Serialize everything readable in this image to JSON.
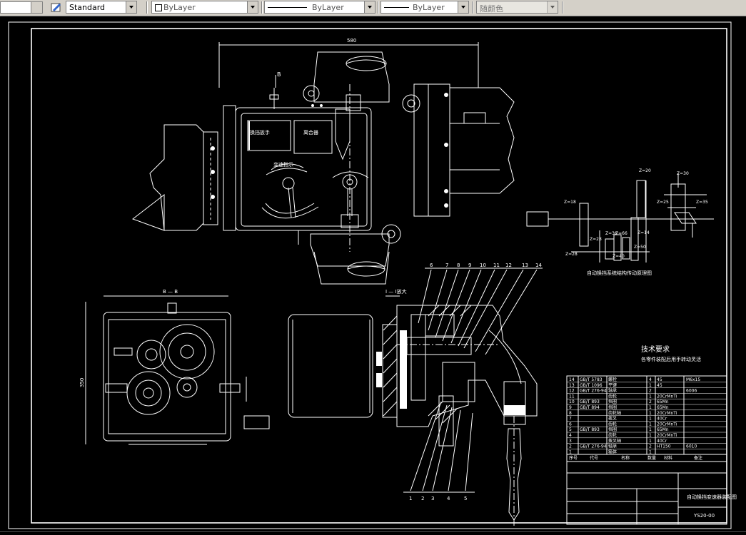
{
  "toolbar": {
    "text_style": "Standard",
    "layer_label": "ByLayer",
    "linetype_label": "ByLayer",
    "lineweight_label": "ByLayer",
    "color_label": "随颜色"
  },
  "drawing": {
    "dim_top": "580",
    "section_mark": "B",
    "label_box_1": "换挡扳手",
    "label_box_2": "离合器",
    "dial_label": "变速指示",
    "view_bb": "B — B",
    "view_ii": "I — I放大",
    "dim_side": "350",
    "schematic_title": "自动换挡系统结构传动原理图",
    "tech_req_title": "技术要求",
    "tech_req_line": "各零件装配后用手转动灵活",
    "drawing_title": "自动换挡变速器装配图",
    "drawing_no": "YS20-00",
    "gear_labels": [
      "Z=30",
      "Z=35",
      "Z=18",
      "Z=20",
      "Z=28",
      "Z=28",
      "Z=36",
      "Z=66",
      "Z=14",
      "Z=50",
      "Z=40",
      "Z=25"
    ],
    "callouts_top": [
      "6",
      "7",
      "8",
      "9",
      "10",
      "11",
      "12",
      "13",
      "14"
    ],
    "callouts_bottom": [
      "1",
      "2",
      "3",
      "4",
      "5",
      "1"
    ],
    "bom_rows": [
      {
        "no": "14",
        "code": "GB/T 5783",
        "name": "螺栓",
        "qty": "4",
        "mat": "45",
        "note": "M6x15"
      },
      {
        "no": "13",
        "code": "GB/T 1096",
        "name": "平键",
        "qty": "1",
        "mat": "45",
        "note": ""
      },
      {
        "no": "12",
        "code": "GB/T 276-94",
        "name": "轴承",
        "qty": "2",
        "mat": "",
        "note": "6006"
      },
      {
        "no": "11",
        "code": "",
        "name": "齿轮",
        "qty": "1",
        "mat": "20CrMnTi",
        "note": ""
      },
      {
        "no": "10",
        "code": "GB/T 893",
        "name": "挡圈",
        "qty": "2",
        "mat": "65Mn",
        "note": ""
      },
      {
        "no": "9",
        "code": "GB/T 894",
        "name": "挡圈",
        "qty": "1",
        "mat": "65Mn",
        "note": ""
      },
      {
        "no": "8",
        "code": "",
        "name": "齿轮轴",
        "qty": "1",
        "mat": "20CrMnTi",
        "note": ""
      },
      {
        "no": "7",
        "code": "",
        "name": "拨叉",
        "qty": "1",
        "mat": "40Cr",
        "note": ""
      },
      {
        "no": "6",
        "code": "",
        "name": "齿轮",
        "qty": "1",
        "mat": "20CrMnTi",
        "note": ""
      },
      {
        "no": "5",
        "code": "GB/T 893",
        "name": "挡圈",
        "qty": "1",
        "mat": "65Mn",
        "note": ""
      },
      {
        "no": "4",
        "code": "",
        "name": "齿轮",
        "qty": "1",
        "mat": "20CrMnTi",
        "note": ""
      },
      {
        "no": "3",
        "code": "",
        "name": "拨叉轴",
        "qty": "1",
        "mat": "40Cr",
        "note": ""
      },
      {
        "no": "2",
        "code": "GB/T 276-94",
        "name": "轴承",
        "qty": "2",
        "mat": "HT150",
        "note": "6010"
      },
      {
        "no": "1",
        "code": "",
        "name": "箱体",
        "qty": "1",
        "mat": "",
        "note": ""
      }
    ],
    "bom_header": [
      "序号",
      "代号",
      "名称",
      "数量",
      "材料",
      "备注"
    ]
  }
}
